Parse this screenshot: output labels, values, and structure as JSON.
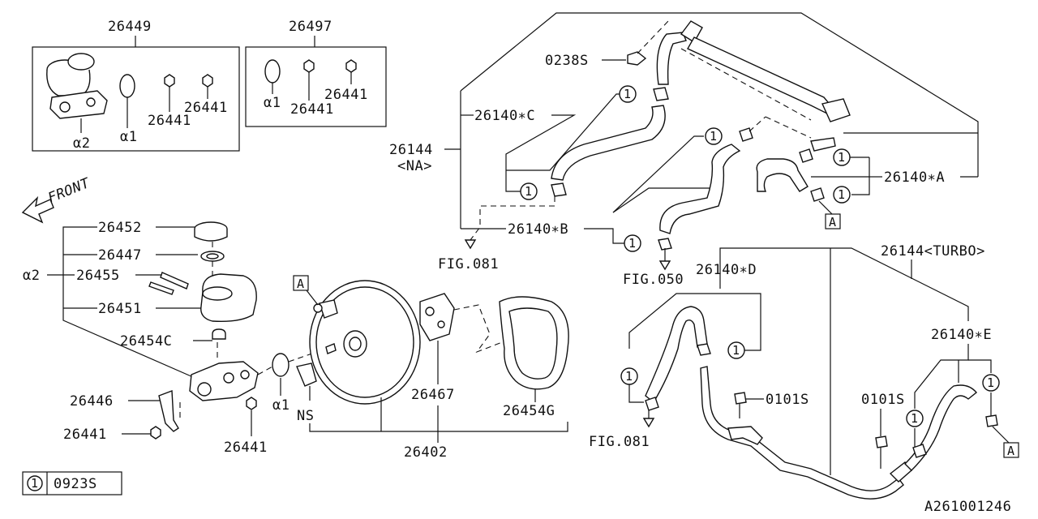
{
  "diagram_id": "A261001246",
  "front": "FRONT",
  "legend": {
    "symbol": "1",
    "part": "0923S"
  },
  "kits": {
    "kit1": {
      "number": "26449",
      "seal": "α1",
      "cylinder": "α2",
      "nut_a": "26441",
      "nut_b": "26441"
    },
    "kit2": {
      "number": "26497",
      "seal": "α1",
      "nut_a": "26441",
      "nut_b": "26441"
    }
  },
  "master": {
    "cap": "26452",
    "strainer": "26447",
    "alpha2": "α2",
    "pin": "26455",
    "reservoir": "26451",
    "grommet": "26454C",
    "bracket": "26446",
    "nut": "26441",
    "nut2": "26441",
    "seal": "α1"
  },
  "booster": {
    "assembly": "26402",
    "plate": "26467",
    "gasket": "26454G",
    "ns": "NS"
  },
  "hoses_na": {
    "group": "26144",
    "group_sub": "<NA>",
    "bolt": "0238S",
    "hose_c": "26140∗C",
    "hose_b": "26140∗B",
    "hose_a": "26140∗A",
    "fig1": "FIG.081",
    "fig2": "FIG.050"
  },
  "hoses_turbo": {
    "group": "26144<TURBO>",
    "hose_d": "26140∗D",
    "hose_e": "26140∗E",
    "bolt1": "0101S",
    "bolt2": "0101S",
    "fig": "FIG.081"
  },
  "marker_a": "A",
  "clip": "1"
}
